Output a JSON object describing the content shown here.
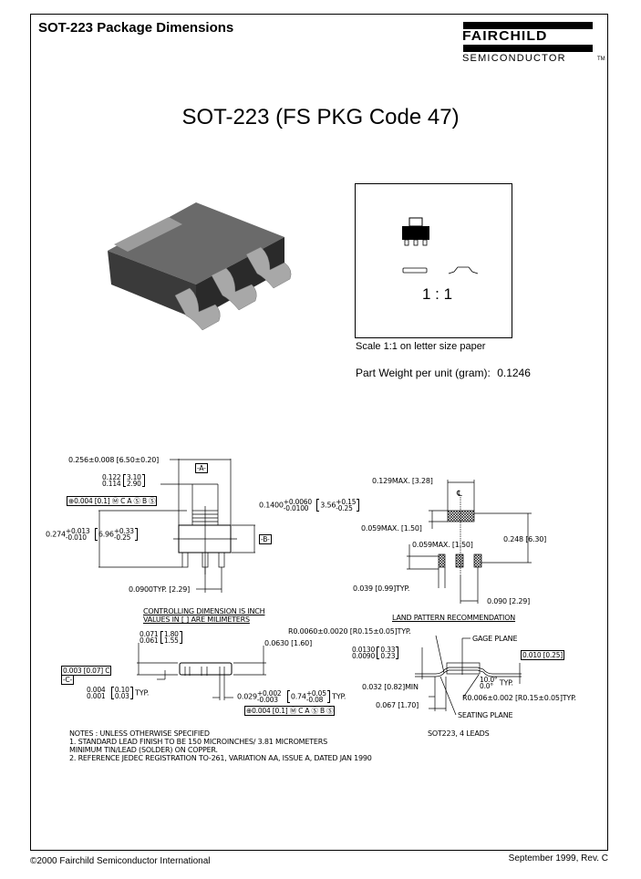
{
  "header": {
    "title": "SOT-223 Package Dimensions",
    "logo_top": "FAIRCHILD",
    "logo_bottom": "SEMICONDUCTOR",
    "logo_tm": "TM"
  },
  "main_title": "SOT-223 (FS PKG Code 47)",
  "scale_box": {
    "ratio": "1 : 1",
    "caption": "Scale 1:1 on letter size paper",
    "weight_label": "Part Weight per unit (gram):",
    "weight_value": "0.1246"
  },
  "top_view": {
    "width": "0.256±0.008",
    "width_mm": "[6.50±0.20]",
    "datum_a": "-A-",
    "tab_width_max": "0.122",
    "tab_width_min": "0.114",
    "tab_width_mm_max": "3.10",
    "tab_width_mm_min": "2.90",
    "fcf": "⊕0.004 [0.1] Ⓜ C A Ⓢ B Ⓢ",
    "height": "0.274",
    "height_tol_plus": "+0.013",
    "height_tol_minus": "-0.010",
    "height_mm": "6.96",
    "height_mm_plus": "+0.33",
    "height_mm_minus": "-0.25",
    "body": "0.1400",
    "body_plus": "+0.0060",
    "body_minus": "-0.0100",
    "body_mm": "3.56",
    "body_mm_plus": "+0.15",
    "body_mm_minus": "-0.25",
    "datum_b": "-B-",
    "pitch": "0.0900TYP.",
    "pitch_mm": "[2.29]"
  },
  "land_pattern": {
    "pad_width": "0.129MAX.",
    "pad_width_mm": "[3.28]",
    "centerline": "℄",
    "pad_height": "0.059MAX.",
    "pad_height_mm": "[1.50]",
    "small_pad_height": "0.059MAX.",
    "small_pad_height_mm": "[1.50]",
    "span": "0.248",
    "span_mm": "[6.30]",
    "lead_width": "0.039",
    "lead_width_mm": "[0.99]TYP.",
    "pitch": "0.090",
    "pitch_mm": "[2.29]",
    "title": "LAND PATTERN RECOMMENDATION"
  },
  "side_view": {
    "controlling_1": "CONTROLLING DIMENSION IS INCH",
    "controlling_2": "VALUES IN [  ] ARE MILIMETERS",
    "height_max": "0.071",
    "height_min": "0.061",
    "height_mm_max": "1.80",
    "height_mm_min": "1.55",
    "body_height": "0.0630 [1.60]",
    "flatness": "0.003 [0.07] C",
    "datum_c": "-C-",
    "standoff_max": "0.004",
    "standoff_min": "0.001",
    "standoff_mm_max": "0.10",
    "standoff_mm_min": "0.03",
    "typ": "TYP.",
    "lead": "0.029",
    "lead_plus": "+0.002",
    "lead_minus": "-0.003",
    "lead_mm": "0.74",
    "lead_mm_plus": "+0.05",
    "lead_mm_minus": "-0.08",
    "fcf": "⊕0.004 [0.1] Ⓜ C A Ⓢ B Ⓢ"
  },
  "detail": {
    "radius_top": "R0.0060±0.0020 [R0.15±0.05]TYP.",
    "gage_plane": "GAGE PLANE",
    "thick_max": "0.0130",
    "thick_min": "0.0090",
    "thick_mm_max": "0.33",
    "thick_mm_min": "0.23",
    "gage": "0.010 [0.25]",
    "angle_max": "10.0°",
    "angle_min": "0.0°",
    "angle_typ": "TYP.",
    "foot_min": "0.032 [0.82]MIN",
    "radius_bottom": "R0.006±0.002 [R0.15±0.05]TYP.",
    "foot": "0.067 [1.70]",
    "seating_plane": "SEATING PLANE",
    "caption": "SOT223, 4 LEADS"
  },
  "notes": {
    "heading": "NOTES : UNLESS OTHERWISE SPECIFIED",
    "items": [
      "1. STANDARD LEAD FINISH TO BE 150 MICROINCHES/ 3.81 MICROMETERS",
      "MINIMUM TIN/LEAD (SOLDER) ON COPPER.",
      "2. REFERENCE JEDEC REGISTRATION TO-261, VARIATION AA, ISSUE A, DATED JAN 1990"
    ]
  },
  "footer": {
    "copyright": "©2000 Fairchild Semiconductor International",
    "revision": "September 1999, Rev. C"
  }
}
